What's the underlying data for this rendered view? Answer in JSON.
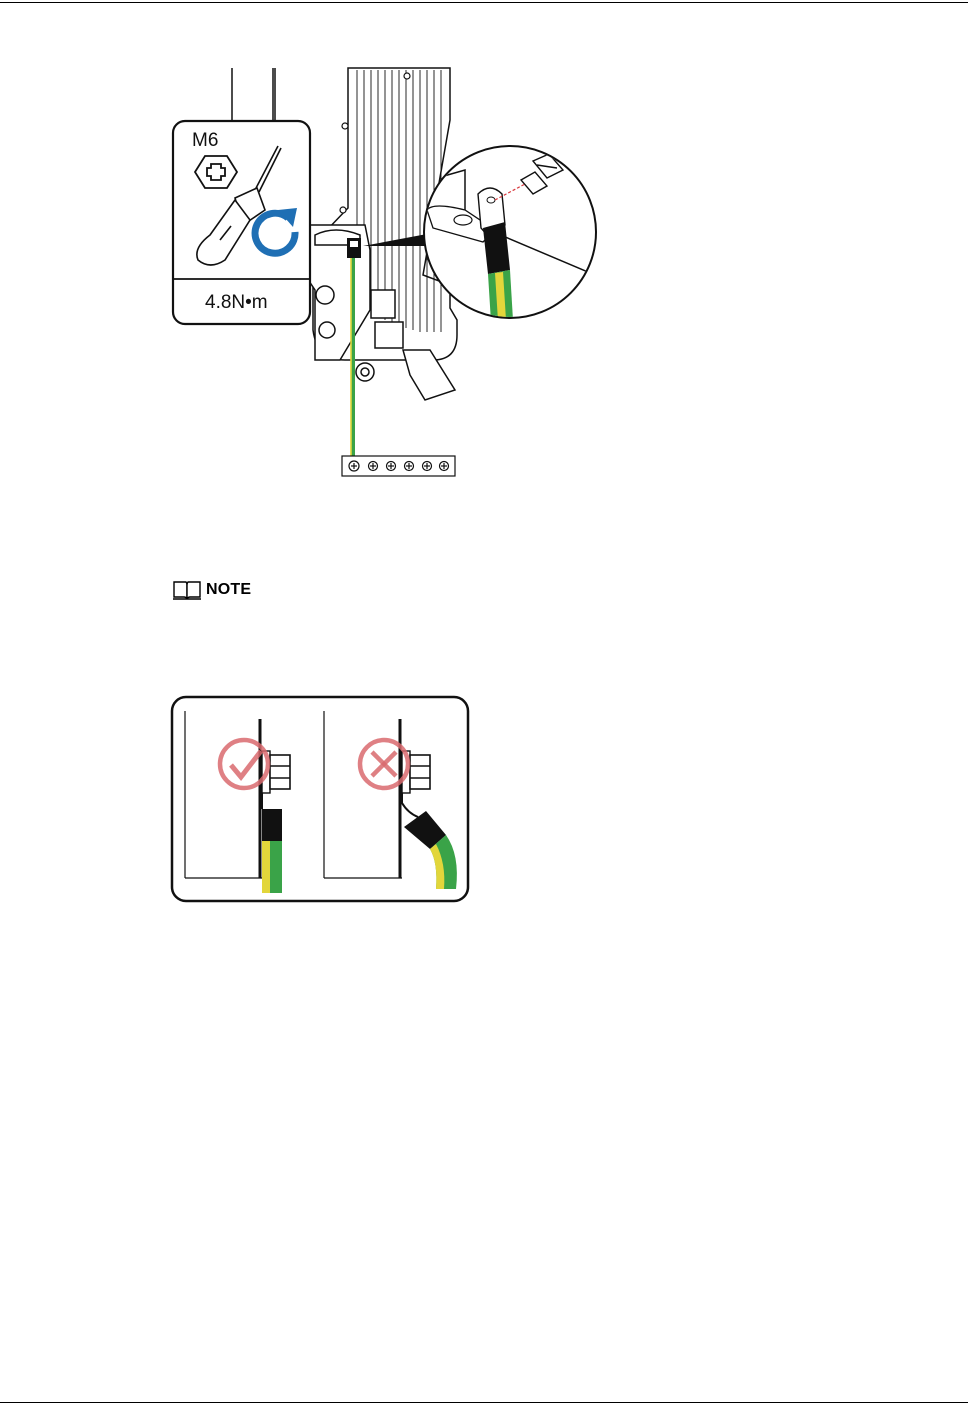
{
  "figure1": {
    "screw_size": "M6",
    "torque": "4.8N•m"
  },
  "note": {
    "label": "NOTE"
  },
  "colors": {
    "cable_green": "#3aa348",
    "cable_yellow": "#e2d63b",
    "rotate_blue": "#1f6fb4",
    "mark_red": "#d96a6e",
    "line_black": "#111111"
  },
  "icons": [
    "hex-plus-screw-icon",
    "screwdriver-icon",
    "rotate-clockwise-icon",
    "check-mark-icon",
    "cross-mark-icon",
    "book-icon"
  ]
}
